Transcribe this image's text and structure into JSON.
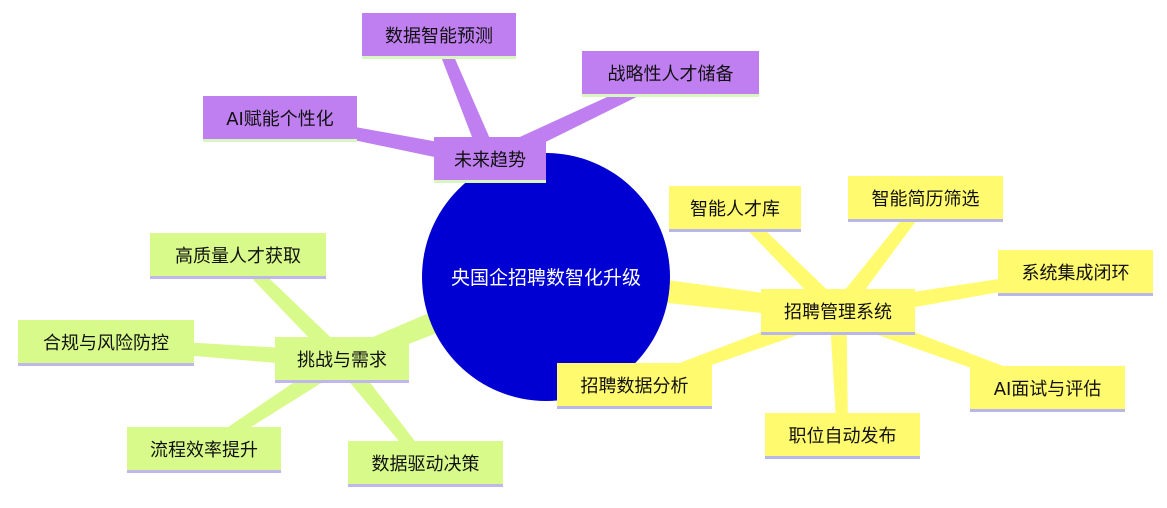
{
  "root": {
    "label": "央国企招聘数智化升级",
    "color": "#0000d2"
  },
  "branches": [
    {
      "id": "future",
      "label": "未来趋势",
      "color": "#bf7ff0",
      "underline": "#d9f5c0",
      "children": [
        {
          "id": "data-predict",
          "label": "数据智能预测"
        },
        {
          "id": "strategic-talent",
          "label": "战略性人才储备"
        },
        {
          "id": "ai-personal",
          "label": "AI赋能个性化"
        }
      ]
    },
    {
      "id": "system",
      "label": "招聘管理系统",
      "color": "#fffa6e",
      "underline": "#b9b6ea",
      "children": [
        {
          "id": "talent-pool",
          "label": "智能人才库"
        },
        {
          "id": "resume-screen",
          "label": "智能简历筛选"
        },
        {
          "id": "closed-loop",
          "label": "系统集成闭环"
        },
        {
          "id": "ai-interview",
          "label": "AI面试与评估"
        },
        {
          "id": "job-publish",
          "label": "职位自动发布"
        },
        {
          "id": "recruit-analysis",
          "label": "招聘数据分析"
        }
      ]
    },
    {
      "id": "challenge",
      "label": "挑战与需求",
      "color": "#d8fa8a",
      "underline": "#bfb7ea",
      "children": [
        {
          "id": "hq-talent",
          "label": "高质量人才获取"
        },
        {
          "id": "compliance",
          "label": "合规与风险防控"
        },
        {
          "id": "efficiency",
          "label": "流程效率提升"
        },
        {
          "id": "data-decision",
          "label": "数据驱动决策"
        }
      ]
    }
  ]
}
